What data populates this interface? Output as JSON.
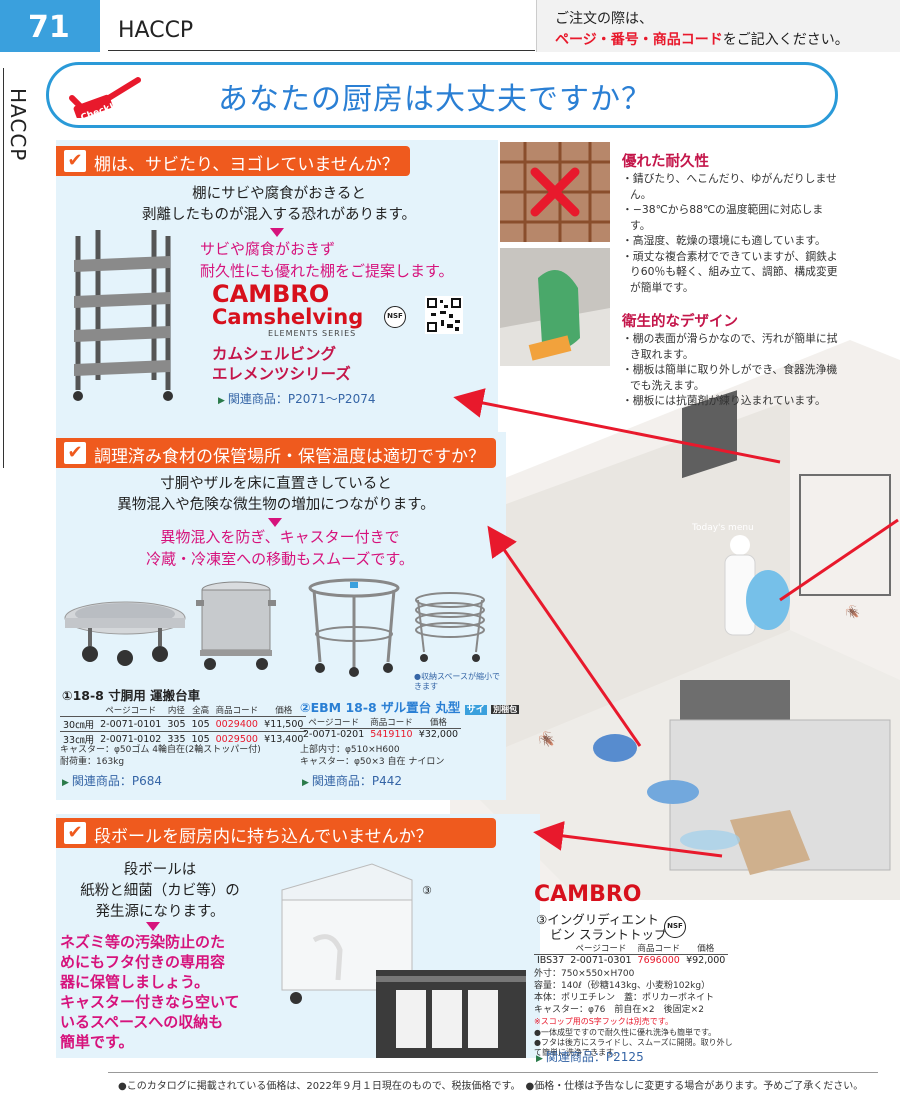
{
  "header": {
    "page_number": "71",
    "section": "HACCP",
    "order_line1": "ご注文の際は、",
    "order_line2_red": "ページ・番号・商品コード",
    "order_line2_rest": "をご記入ください。",
    "side_label": "HACCP"
  },
  "banner": {
    "check_label": "Check!",
    "title": "あなたの厨房は大丈夫ですか？"
  },
  "shelf": {
    "heading": "棚は、サビたり、ヨゴレていませんか？",
    "problem1": "棚にサビや腐食がおきると",
    "problem2": "剥離したものが混入する恐れがあります。",
    "solution1": "サビや腐食がおきず",
    "solution2": "耐久性にも優れた棚をご提案します。",
    "brand": "CAMBRO",
    "product_logo": "Camshelving",
    "product_logo_sub": "ELEMENTS SERIES",
    "product_name1": "カムシェルビング",
    "product_name2": "エレメンツシリーズ",
    "related": "関連商品：P2071～P2074",
    "nsf": "NSF"
  },
  "durability": {
    "heading": "優れた耐久性",
    "items": [
      "錆びたり、へこんだり、ゆがんだりしません。",
      "−38℃から88℃の温度範囲に対応します。",
      "高湿度、乾燥の環境にも適しています。",
      "頑丈な複合素材でできていますが、鋼鉄より60％も軽く、組み立て、調節、構成変更が簡単です。"
    ]
  },
  "hygiene": {
    "heading": "衛生的なデザイン",
    "items": [
      "棚の表面が滑らかなので、汚れが簡単に拭き取れます。",
      "棚板は簡単に取り外しができ、食器洗浄機でも洗えます。",
      "棚板には抗菌剤が練り込まれています。"
    ]
  },
  "storage": {
    "heading": "調理済み食材の保管場所・保管温度は適切ですか？",
    "problem1": "寸胴やザルを床に直置きしていると",
    "problem2": "異物混入や危険な微生物の増加につながります。",
    "solution1": "異物混入を防ぎ、キャスター付きで",
    "solution2": "冷蔵・冷凍室への移動もスムーズです。",
    "caster_note": "●収納スペースが縮小できます",
    "item1": {
      "title": "①18-8 寸胴用 運搬台車",
      "headers": [
        "ページコード",
        "内径",
        "全高",
        "商品コード",
        "価格"
      ],
      "rows": [
        [
          "30㎝用",
          "2-0071-0101",
          "305",
          "105",
          "0029400",
          "¥11,500"
        ],
        [
          "33㎝用",
          "2-0071-0102",
          "335",
          "105",
          "0029500",
          "¥13,400"
        ]
      ],
      "note1": "キャスター：φ50ゴム 4輪自在(2輪ストッパー付)",
      "note2": "耐荷重：163kg",
      "related": "関連商品：P684"
    },
    "item2": {
      "title": "②EBM 18-8 ザル置台 丸型",
      "badge": "サイ",
      "badge2": "別梱包",
      "headers": [
        "ページコード",
        "商品コード",
        "価格"
      ],
      "rows": [
        [
          "2-0071-0201",
          "5419110",
          "¥32,000"
        ]
      ],
      "note1": "上部内寸：φ510×H600",
      "note2": "キャスター：φ50×3 自在 ナイロン",
      "related": "関連商品：P442"
    }
  },
  "cardboard": {
    "heading": "段ボールを厨房内に持ち込んでいませんか？",
    "problem1": "段ボールは",
    "problem2": "紙粉と細菌（カビ等）の",
    "problem3": "発生源になります。",
    "solution": [
      "ネズミ等の汚染防止のた",
      "めにもフタ付きの専用容",
      "器に保管しましょう。",
      "キャスター付きなら空いて",
      "いるスペースへの収納も",
      "簡単です。"
    ],
    "img_marker": "③",
    "item3": {
      "brand": "CAMBRO",
      "title1": "③イングリディエント",
      "title2": "ビン スラントトップ",
      "nsf": "NSF",
      "headers": [
        "ページコード",
        "商品コード",
        "価格"
      ],
      "rows": [
        [
          "IBS37",
          "2-0071-0301",
          "7696000",
          "¥92,000"
        ]
      ],
      "specs": [
        "外寸：750×550×H700",
        "容量：140ℓ（砂糖143kg、小麦粉102kg）",
        "本体：ポリエチレン　蓋：ポリカーボネイト",
        "キャスター：φ76　前自在×2　後固定×2"
      ],
      "red_note": "※スコップ用のS字フックは別売です。",
      "notes": [
        "●一体成型ですので耐久性に優れ洗浄も簡単です。",
        "●フタは後方にスライドし、スムーズに開閉。取り外して簡単に洗浄できます。"
      ],
      "related": "関連商品：P2125"
    }
  },
  "footer": "●このカタログに掲載されている価格は、2022年９月１日現在のもので、税抜価格です。　●価格・仕様は予告なしに変更する場合があります。予めご了承ください。",
  "chalkboard": "Today's menu",
  "colors": {
    "accent_blue": "#2a9ad8",
    "tag_orange": "#ef5a1e",
    "magenta": "#d6137c",
    "brand_red": "#d7101c"
  }
}
